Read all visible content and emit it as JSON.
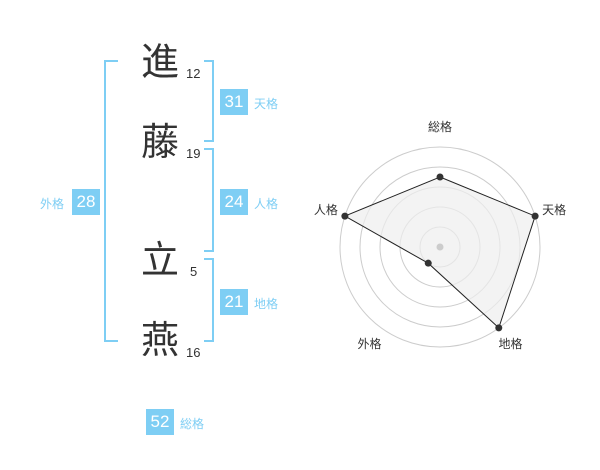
{
  "name": {
    "chars": [
      {
        "char": "進",
        "strokes": "12"
      },
      {
        "char": "藤",
        "strokes": "19"
      },
      {
        "char": "立",
        "strokes": "5"
      },
      {
        "char": "燕",
        "strokes": "16"
      }
    ]
  },
  "fortunes": {
    "tenkaku": {
      "value": "31",
      "label": "天格"
    },
    "jinkaku": {
      "value": "24",
      "label": "人格"
    },
    "chikaku": {
      "value": "21",
      "label": "地格"
    },
    "gaikaku": {
      "value": "28",
      "label": "外格"
    },
    "soukaku": {
      "value": "52",
      "label": "総格"
    }
  },
  "colors": {
    "accent": "#7ecef4",
    "text": "#333333",
    "grid": "#cccccc",
    "fill": "#eeeeee"
  },
  "chart_data": {
    "type": "radar",
    "axes": [
      "総格",
      "天格",
      "地格",
      "外格",
      "人格"
    ],
    "values": [
      0.7,
      1.0,
      1.0,
      0.2,
      1.0
    ],
    "rings": 5,
    "range": [
      0,
      1
    ]
  }
}
